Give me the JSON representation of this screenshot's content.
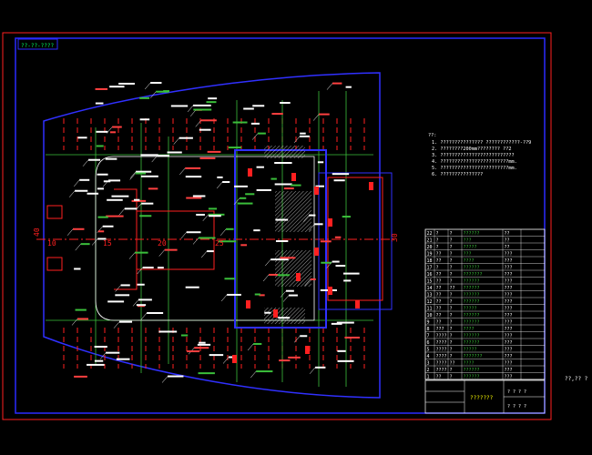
{
  "title_tag": "??-??-????",
  "gridline_labels": [
    "40",
    "10",
    "15",
    "20",
    "25",
    "30"
  ],
  "notes": {
    "title": "??:",
    "lines": [
      "1. ??????????????? ????????????-??9",
      "2. ????????200mm????????  ??2",
      "3. ??????????????????????????",
      "4. ????????????????????????mm.",
      "5. ????????????????????????mm.",
      "6. ???????????????"
    ]
  },
  "parts_rows": [
    [
      "22",
      "?",
      "?",
      "??????",
      "??"
    ],
    [
      "21",
      "?",
      "?",
      "???",
      "??"
    ],
    [
      "20",
      "?",
      "?",
      "?????",
      "??"
    ],
    [
      "19",
      "??",
      "?",
      "???",
      "???"
    ],
    [
      "18",
      "??",
      "?",
      "????",
      "???"
    ],
    [
      "17",
      "?",
      "?",
      "??????",
      "???"
    ],
    [
      "16",
      "??",
      "?",
      "???????",
      "???"
    ],
    [
      "15",
      "??",
      "?",
      "??????",
      "???"
    ],
    [
      "14",
      "??",
      "??",
      "??????",
      "???"
    ],
    [
      "13",
      "??",
      "?",
      "??????",
      "???"
    ],
    [
      "12",
      "??",
      "?",
      "??????",
      "???"
    ],
    [
      "11",
      "??",
      "?",
      "?????",
      "???"
    ],
    [
      "10",
      "??",
      "?",
      "??????",
      "???"
    ],
    [
      "9",
      "??",
      "?",
      "??????",
      "???"
    ],
    [
      "8",
      "???",
      "?",
      "????",
      "???"
    ],
    [
      "7",
      "????",
      "?",
      "??????",
      "???"
    ],
    [
      "6",
      "????",
      "?",
      "??????",
      "???"
    ],
    [
      "5",
      "????",
      "?",
      "?????",
      "???"
    ],
    [
      "4",
      "????",
      "?",
      "???????",
      "???"
    ],
    [
      "3",
      "????",
      "??",
      "????",
      "???"
    ],
    [
      "2",
      "????",
      "?",
      "??????",
      "???"
    ],
    [
      "1",
      "??",
      "?",
      "??????",
      "???"
    ]
  ],
  "title_block": {
    "name": "???????",
    "scale": "? ? ? ?",
    "sheet": "? ? ? ?"
  },
  "side_mark": "??,?? ?"
}
